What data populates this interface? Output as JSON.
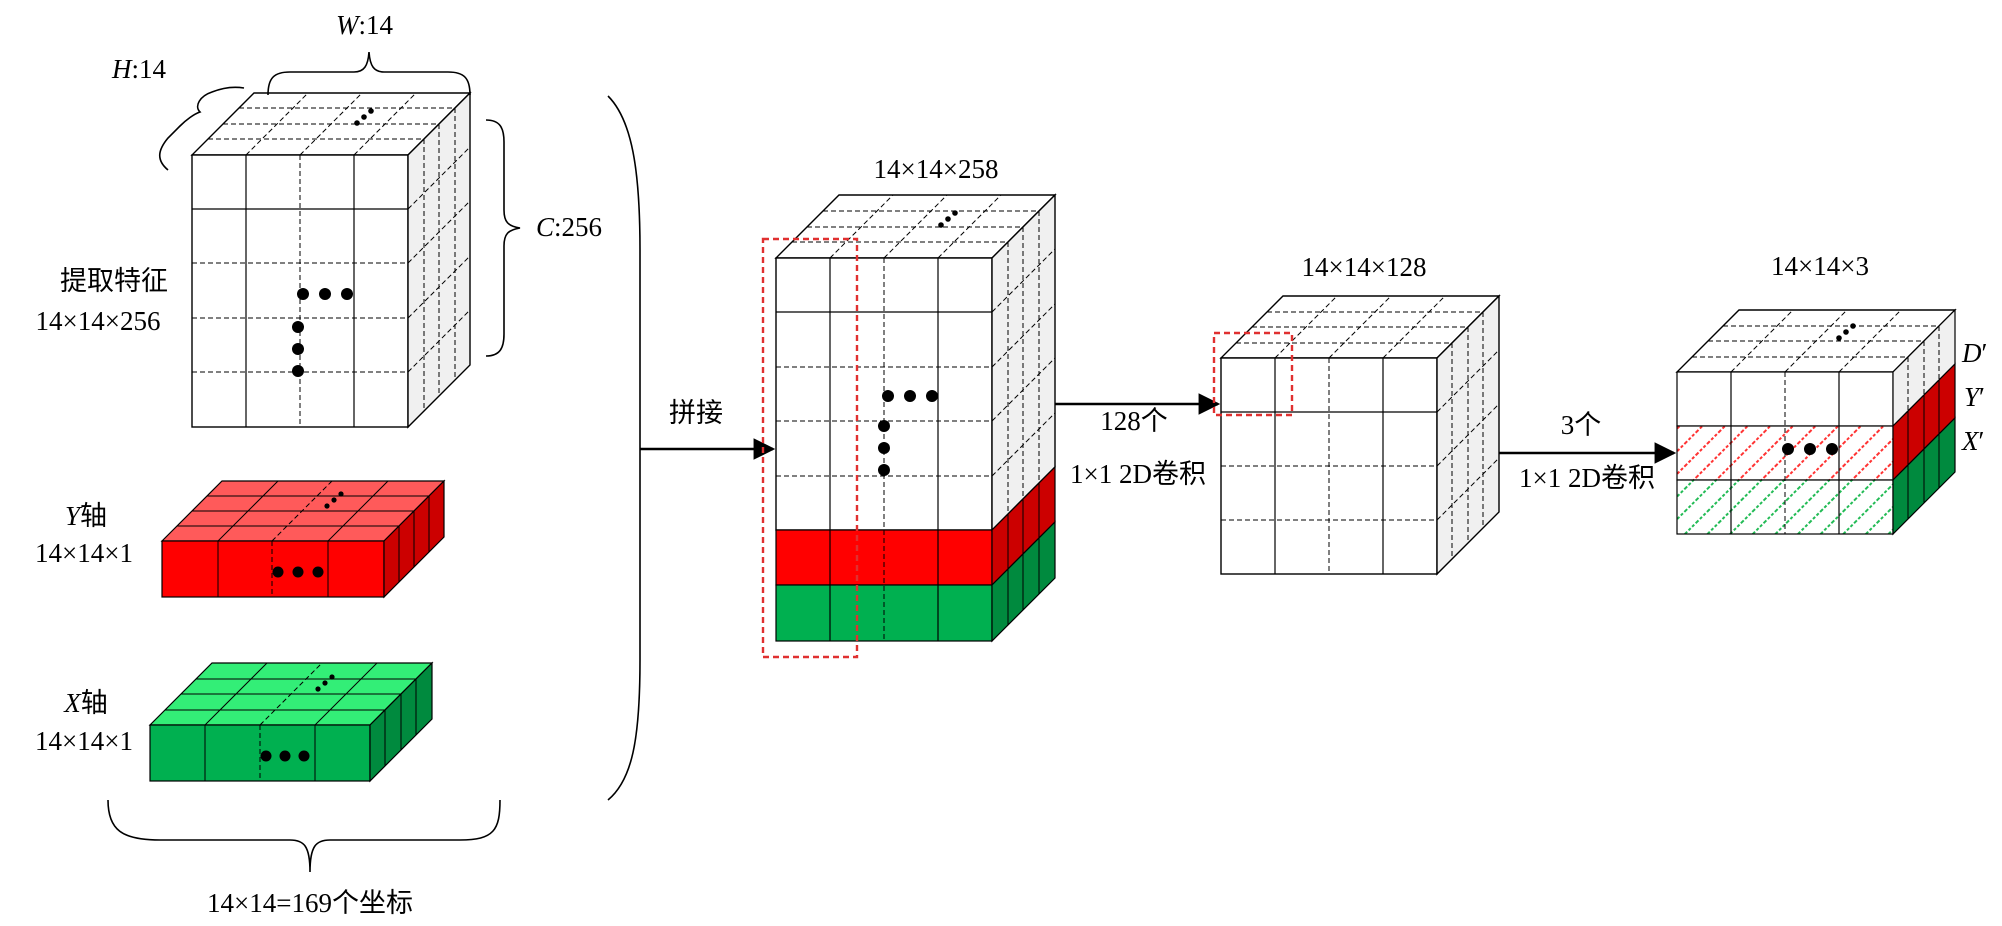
{
  "diagram": {
    "feature": {
      "title": "提取特征",
      "dims": "14×14×256",
      "h_var": "H",
      "h_val": ":14",
      "w_var": "W",
      "w_val": ":14",
      "c_var": "C",
      "c_val": ":256"
    },
    "y_axis": {
      "var": "Y",
      "text": "轴",
      "dims": "14×14×1"
    },
    "x_axis": {
      "var": "X",
      "text": "轴",
      "dims": "14×14×1"
    },
    "bottom_caption": "14×14=169个坐标",
    "concat": {
      "label": "拼接",
      "dims": "14×14×258"
    },
    "conv1": {
      "count": "128个",
      "kernel": "1×1 2D卷积",
      "dims": "14×14×128"
    },
    "conv2": {
      "count": "3个",
      "kernel": "1×1 2D卷积",
      "dims": "14×14×3"
    },
    "outputs": [
      {
        "var": "D",
        "prime": "′"
      },
      {
        "var": "Y",
        "prime": "′"
      },
      {
        "var": "X",
        "prime": "′"
      }
    ],
    "colors": {
      "red": "#ff0000",
      "red_light": "#ff5a5a",
      "green": "#00b050",
      "green_light": "#33ee77",
      "face_white": "#ffffff",
      "face_side": "#f0f0f0",
      "hatch_red": "#ff3333",
      "hatch_green": "#22bb55",
      "dashed_box": "#e03030"
    }
  }
}
